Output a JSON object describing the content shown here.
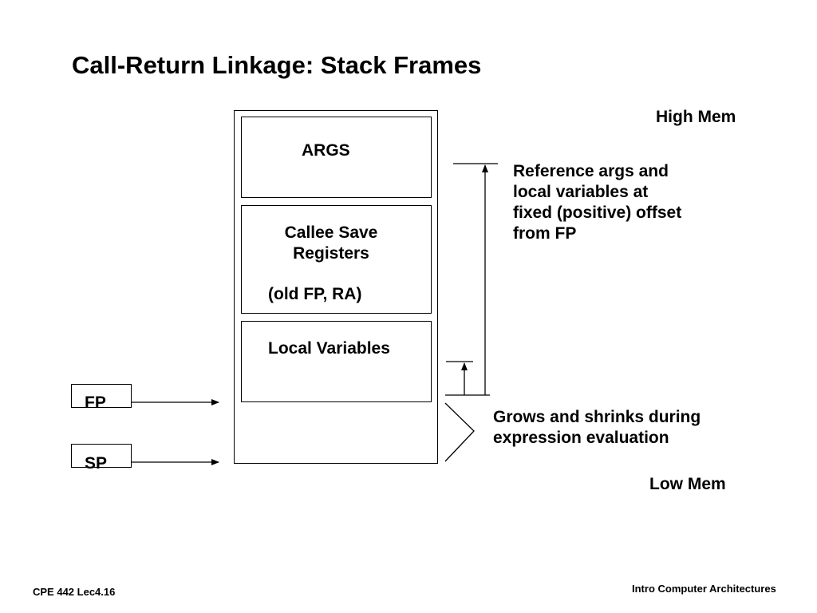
{
  "slide": {
    "title": "Call-Return Linkage: Stack Frames",
    "high_mem": "High Mem",
    "low_mem": "Low Mem",
    "stack": {
      "args": "ARGS",
      "callee_save_line1": "Callee Save",
      "callee_save_line2": "Registers",
      "callee_save_line3": "(old FP,  RA)",
      "local_vars": "Local Variables"
    },
    "fp_label": "FP",
    "sp_label": "SP",
    "reference_note": [
      "Reference args and",
      "local variables at",
      "fixed (positive) offset",
      "from FP"
    ],
    "grows_note": [
      "Grows and shrinks during",
      "expression evaluation"
    ],
    "footer_left": "CPE 442  Lec4.16",
    "footer_right": "Intro Computer Architectures"
  }
}
